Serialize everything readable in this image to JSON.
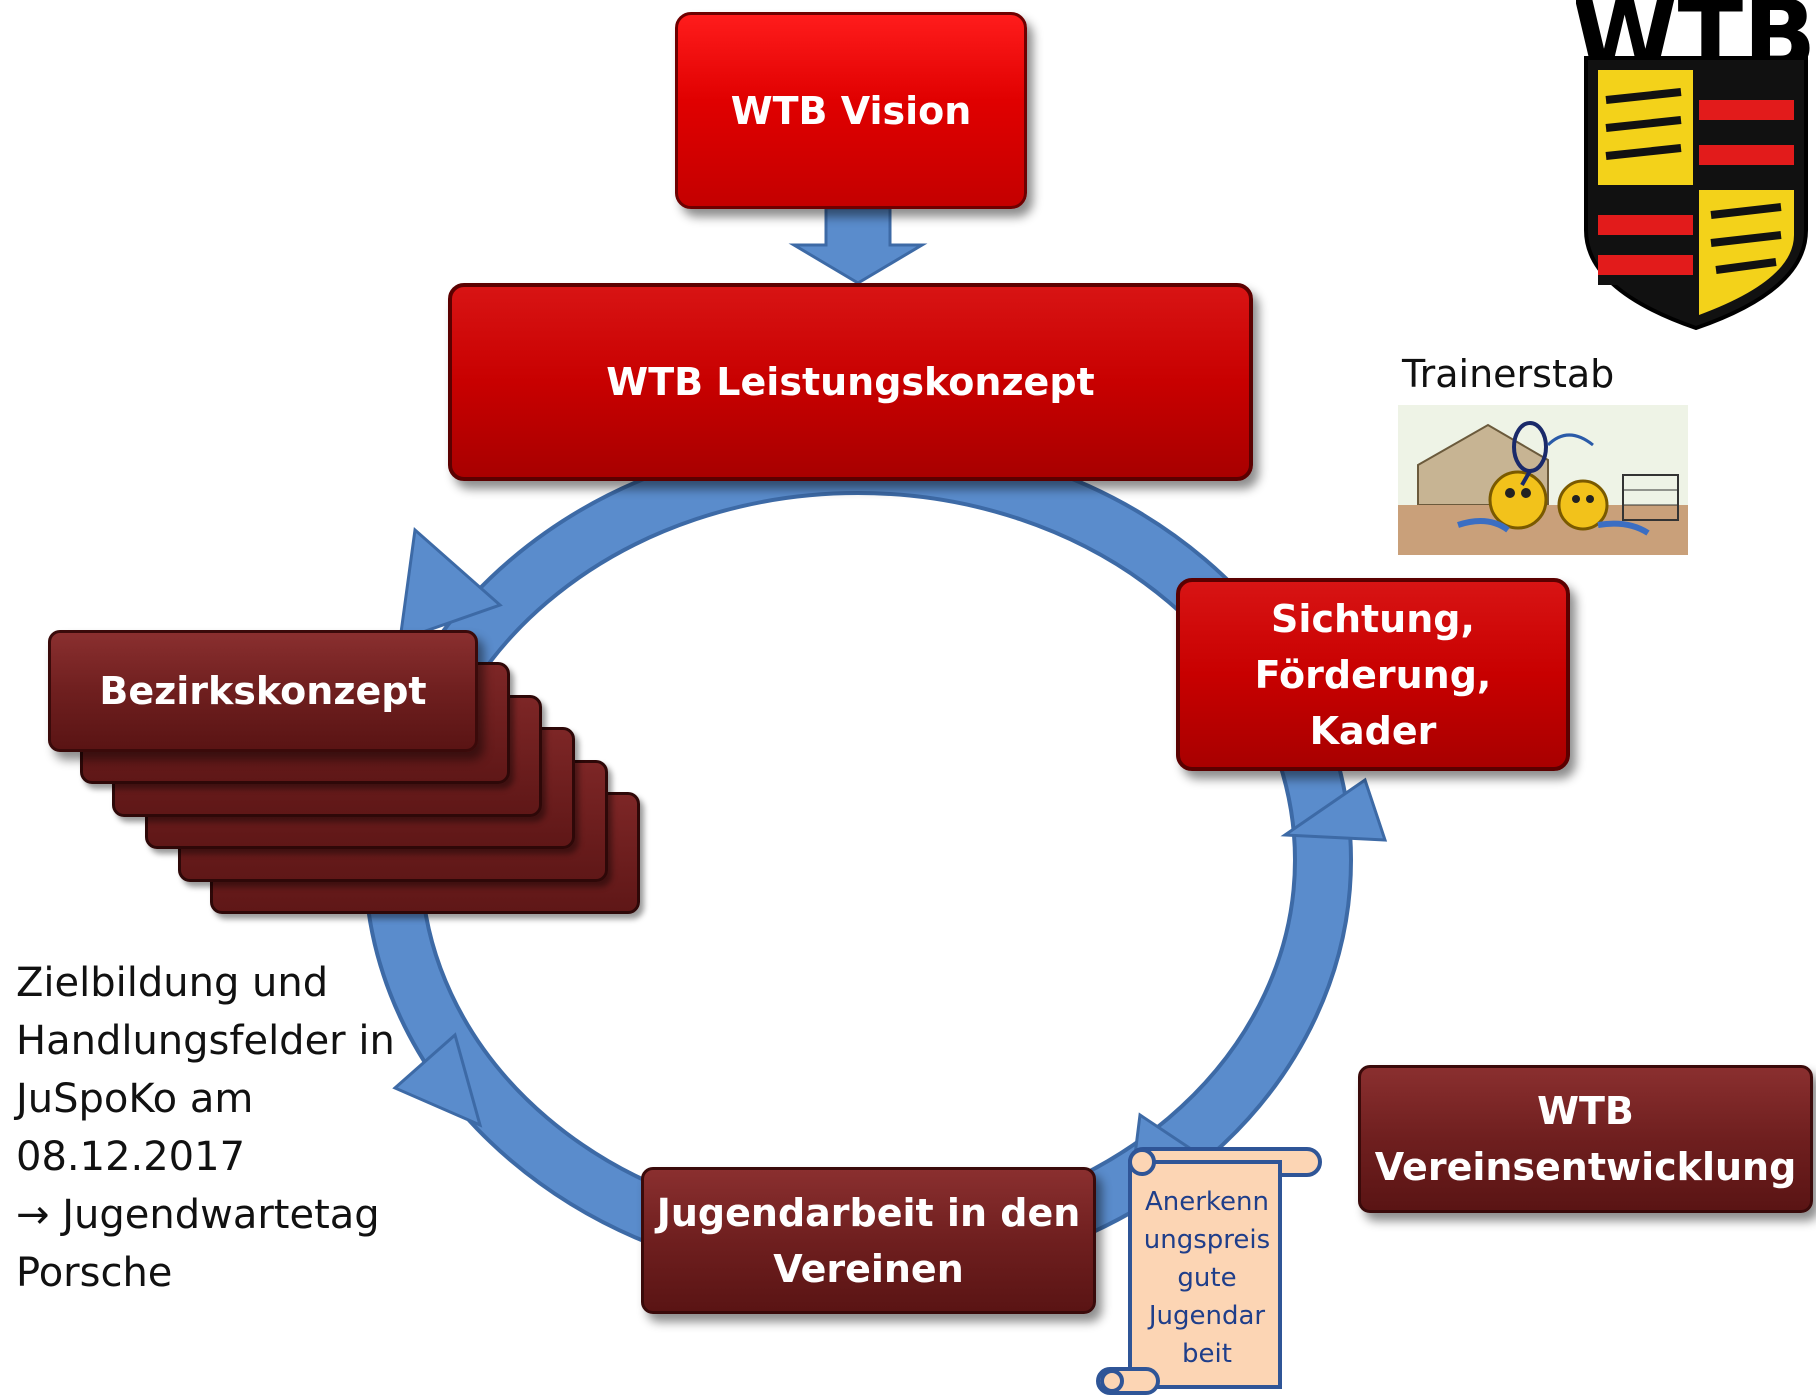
{
  "vision": "WTB Vision",
  "leistungskonzept": "WTB Leistungskonzept",
  "bezirkskonzept": "Bezirkskonzept",
  "sichtung": [
    "Sichtung,",
    "Förderung,",
    "Kader"
  ],
  "jugendarbeit": [
    "Jugendarbeit in den",
    "Vereinen"
  ],
  "vereinsentwicklung": [
    "WTB",
    "Vereinsentwicklung"
  ],
  "anerkennungspreis": [
    "Anerkenn",
    "ungspreis",
    "gute",
    "Jugendar",
    "beit"
  ],
  "trainerstab": "Trainerstab",
  "logo_text": "WTB",
  "zielbildung": [
    "Zielbildung und",
    "Handlungsfelder in",
    "JuSpoKo am",
    "08.12.2017",
    "→ Jugendwartetag",
    "Porsche"
  ],
  "colors": {
    "arrow_blue": "#4f81bd",
    "arrow_blue_dark": "#2f5f9a",
    "red": "#e00000",
    "maroon": "#6a1c1c",
    "scroll": "#fcd5b4"
  }
}
